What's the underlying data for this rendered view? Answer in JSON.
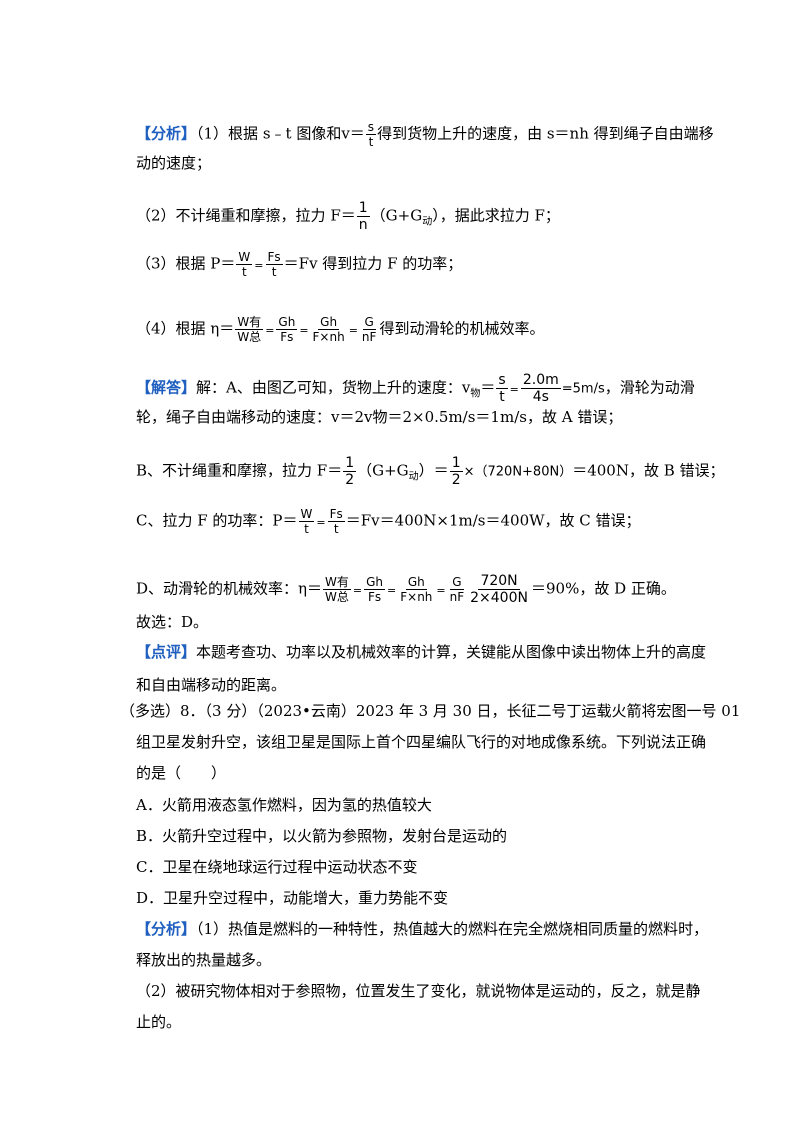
{
  "analysis1": {
    "tag": "【分析】",
    "l1_pre": "（1）根据 s﹣t 图像和v＝",
    "frac_s": {
      "num": "s",
      "den": "t"
    },
    "l1_post": "得到货物上升的速度，由 s＝nh 得到绳子自由端移",
    "l2": "动的速度；",
    "l3_pre": "（2）不计绳重和摩擦，拉力 F＝",
    "frac_1n": {
      "num": "1",
      "den": "n"
    },
    "l3_post": "（G+G",
    "l3_sub": "动",
    "l3_end": "），据此求拉力 F；",
    "l4_pre": "（3）根据 P＝",
    "frac_wt": {
      "num": "W",
      "den": "t"
    },
    "frac_fst": {
      "num": "Fs",
      "den": "t"
    },
    "l4_post": "＝Fv 得到拉力 F 的功率；",
    "l5_pre": "（4）根据 η＝",
    "frac_eta1": {
      "num": "W有",
      "den": "W总"
    },
    "frac_eta2": {
      "num": "Gh",
      "den": "Fs"
    },
    "frac_eta3": {
      "num": "Gh",
      "den": "F×nh"
    },
    "frac_eta4": {
      "num": "G",
      "den": "nF"
    },
    "l5_post": "得到动滑轮的机械效率。"
  },
  "solution": {
    "tag": "【解答】",
    "a_pre": "解：A、由图乙可知，货物上升的速度：v",
    "a_sub": "物",
    "a_eq": "＝",
    "a_frac1": {
      "num": "s",
      "den": "t"
    },
    "a_frac2": {
      "num": "2.0m",
      "den": "4s"
    },
    "a_val": "=5m/s",
    "a_post": "，滑轮为动滑",
    "a2": "轮，绳子自由端移动的速度：v＝2v物＝2×0.5m/s＝1m/s，故 A 错误；",
    "b_pre": "B、不计绳重和摩擦，拉力 F＝",
    "b_frac1": {
      "num": "1",
      "den": "2"
    },
    "b_mid": "（G+G",
    "b_sub": "动",
    "b_mid2": "）＝",
    "b_frac2": {
      "num": "1",
      "den": "2"
    },
    "b_expr": "×（720N+80N）",
    "b_post": "＝400N，故 B 错误；",
    "c_pre": "C、拉力 F 的功率：P＝",
    "c_frac1": {
      "num": "W",
      "den": "t"
    },
    "c_frac2": {
      "num": "Fs",
      "den": "t"
    },
    "c_post": "＝Fv＝400N×1m/s＝400W，故 C 错误；",
    "d_pre": "D、动滑轮的机械效率：η＝",
    "d_frac1": {
      "num": "W有",
      "den": "W总"
    },
    "d_frac2": {
      "num": "Gh",
      "den": "Fs"
    },
    "d_frac3": {
      "num": "Gh",
      "den": "F×nh"
    },
    "d_frac4": {
      "num": "G",
      "den": "nF"
    },
    "d_frac5": {
      "num": "720N",
      "den": "2×400N"
    },
    "d_post": "＝90%，故 D 正确。",
    "choice": "故选：D。"
  },
  "comment": {
    "tag": "【点评】",
    "l1": "本题考查功、功率以及机械效率的计算，关键能从图像中读出物体上升的高度",
    "l2": "和自由端移动的距离。"
  },
  "question8": {
    "l1": "（多选）8．（3 分）（2023•云南）2023 年 3 月 30 日，长征二号丁运载火箭将宏图一号 01",
    "l2": "组卫星发射升空，该组卫星是国际上首个四星编队飞行的对地成像系统。下列说法正确",
    "l3": "的是（　　）",
    "options": [
      "A．火箭用液态氢作燃料，因为氢的热值较大",
      "B．火箭升空过程中，以火箭为参照物，发射台是运动的",
      "C．卫星在绕地球运行过程中运动状态不变",
      "D．卫星升空过程中，动能增大，重力势能不变"
    ]
  },
  "analysis2": {
    "tag": "【分析】",
    "l1": "（1）热值是燃料的一种特性，热值越大的燃料在完全燃烧相同质量的燃料时，",
    "l2": "释放出的热量越多。",
    "l3": "（2）被研究物体相对于参照物，位置发生了变化，就说物体是运动的，反之，就是静",
    "l4": "止的。"
  }
}
